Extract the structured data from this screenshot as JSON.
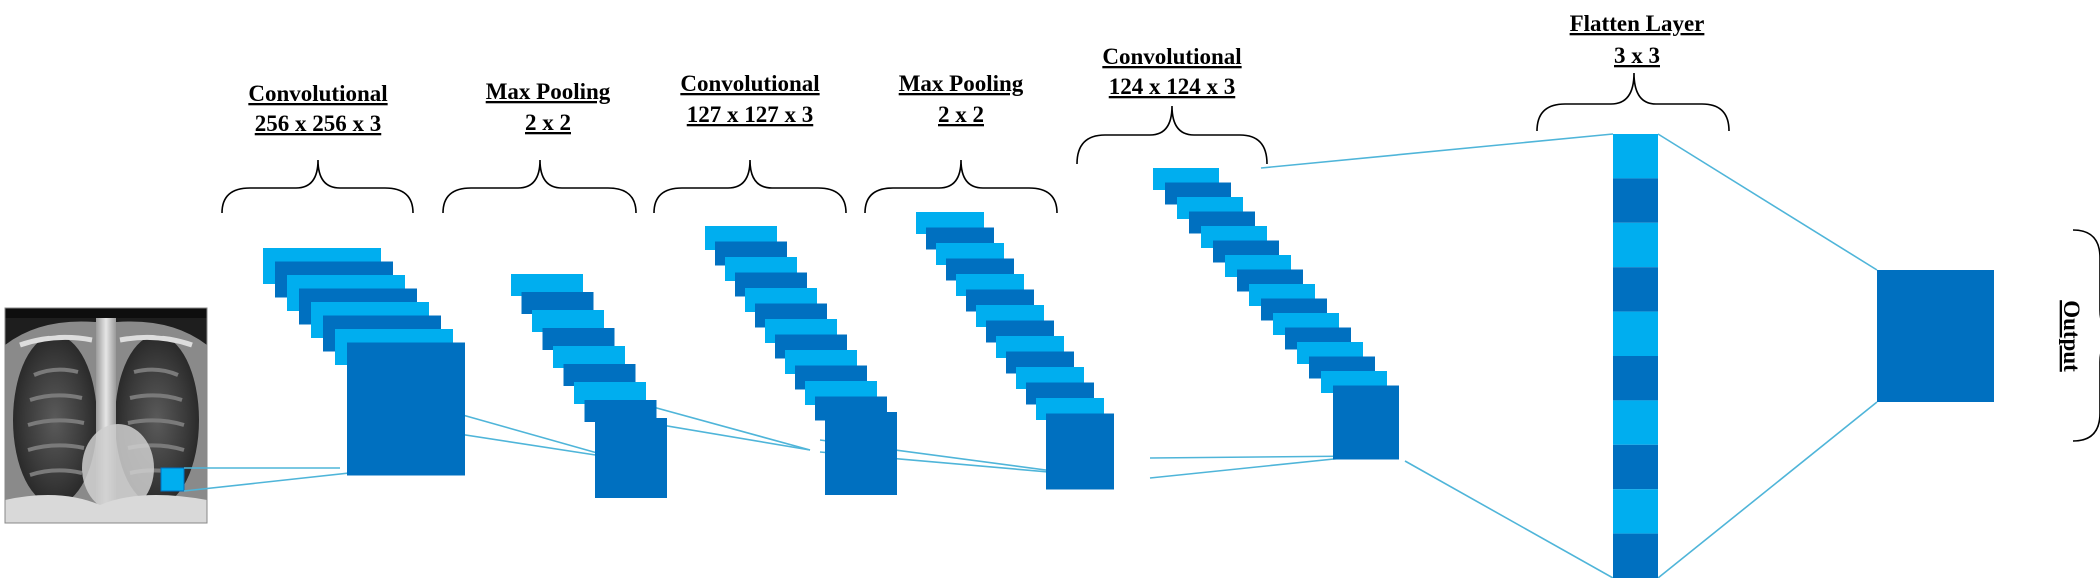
{
  "labels": {
    "conv1_title": "Convolutional",
    "conv1_dims": "256 x 256 x 3",
    "pool1_title": "Max Pooling",
    "pool1_dims": "2 x 2",
    "conv2_title": "Convolutional",
    "conv2_dims": "127 x 127 x 3",
    "pool2_title": "Max Pooling",
    "pool2_dims": "2 x 2",
    "conv3_title": "Convolutional",
    "conv3_dims": "124 x 124 x 3",
    "flatten_title": "Flatten Layer",
    "flatten_dims": "3 x 3",
    "output": "Output"
  },
  "input_image": {
    "name": "chest-xray"
  },
  "colors": {
    "light_blue": "#00aeef",
    "dark_blue": "#0070c0",
    "connector": "#4fb5d9",
    "bracket": "#000000"
  }
}
